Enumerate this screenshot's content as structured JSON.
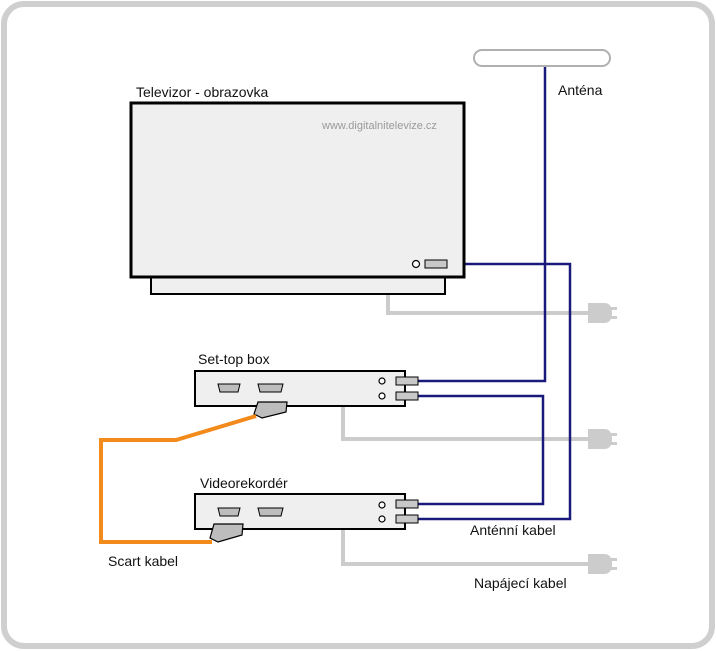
{
  "labels": {
    "tv": "Televizor - obrazovka",
    "watermark": "www.digitalnitelevize.cz",
    "antenna": "Anténa",
    "settop": "Set-top box",
    "vcr": "Videorekordér",
    "scart": "Scart kabel",
    "antenna_cable": "Anténní kabel",
    "power_cable": "Napájecí kabel"
  },
  "colors": {
    "frame": "#cfcfcf",
    "antenna_cable": "#1a1a7a",
    "power_cable": "#cccccc",
    "scart_cable": "#f28a1c",
    "device_fill": "#efefef",
    "device_stroke": "#000000"
  }
}
